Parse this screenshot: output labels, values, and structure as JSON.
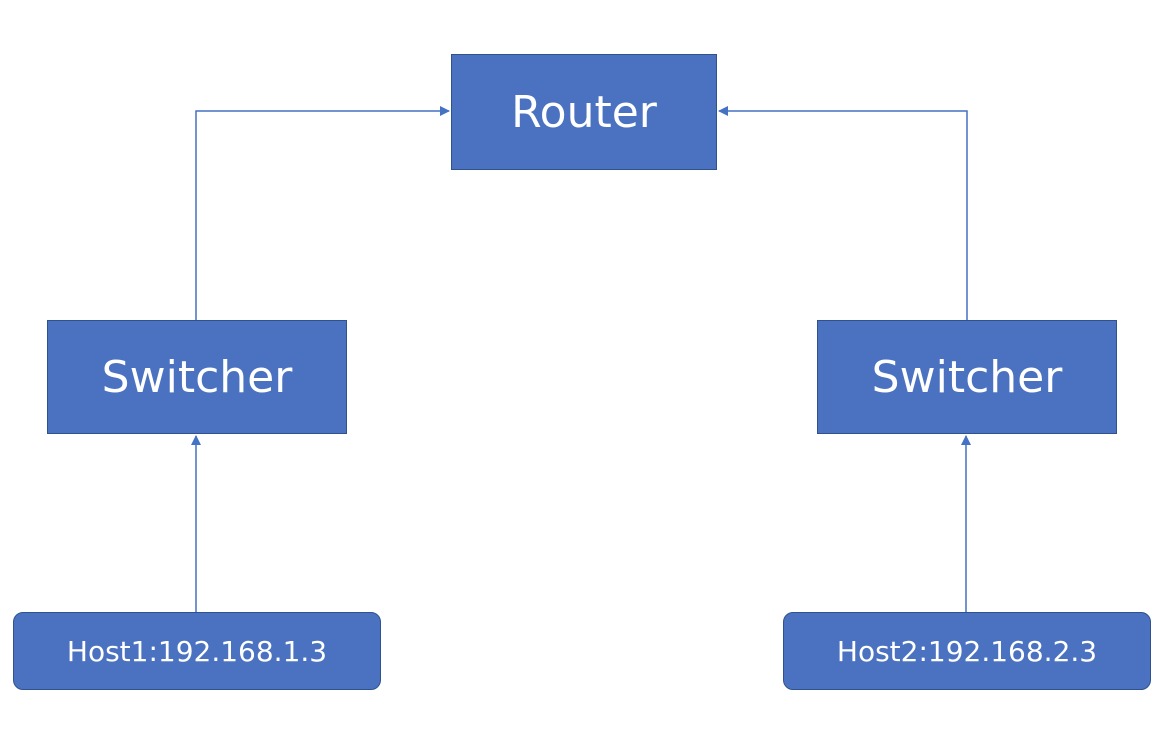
{
  "diagram": {
    "router": {
      "label": "Router"
    },
    "switch_left": {
      "label": "Switcher"
    },
    "switch_right": {
      "label": "Switcher"
    },
    "host_left": {
      "label": "Host1:192.168.1.3"
    },
    "host_right": {
      "label": "Host2:192.168.2.3"
    }
  },
  "colors": {
    "node_fill": "#4a72c0",
    "node_border": "#2f528f",
    "connector": "#4472c4",
    "text": "#ffffff"
  },
  "edges": [
    {
      "from": "host_left",
      "to": "switch_left"
    },
    {
      "from": "host_right",
      "to": "switch_right"
    },
    {
      "from": "switch_left",
      "to": "router"
    },
    {
      "from": "switch_right",
      "to": "router"
    }
  ]
}
